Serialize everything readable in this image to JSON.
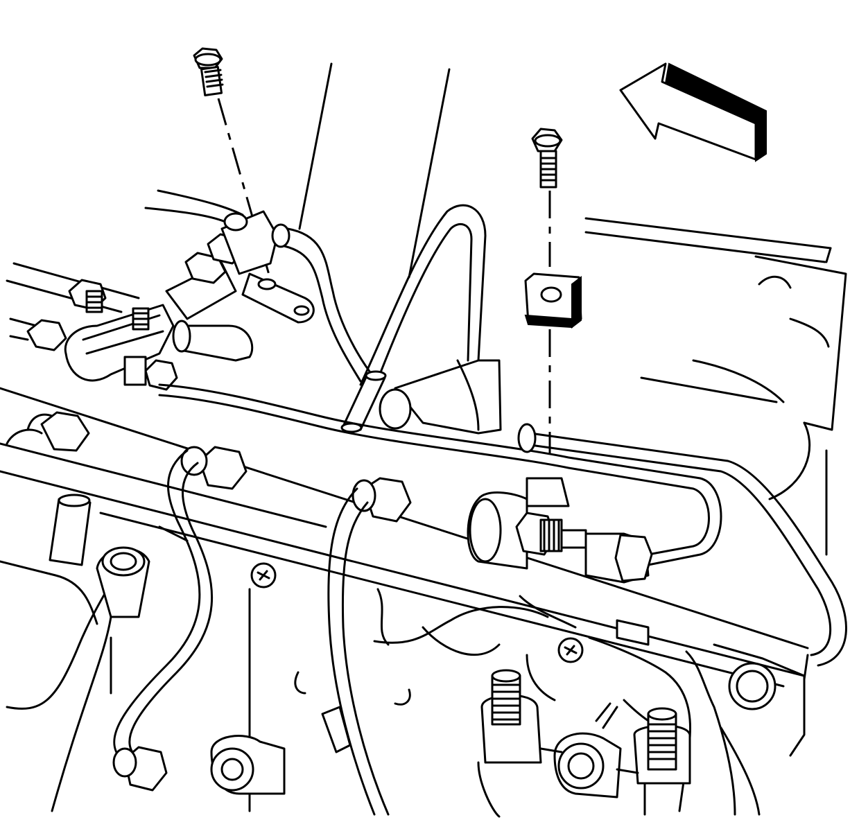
{
  "diagram": {
    "style": "black line-art technical illustration",
    "colors": {
      "ink": "#000000",
      "paper": "#ffffff"
    },
    "components": [
      "direction-arrow",
      "upper-left-bolt",
      "upper-right-bolt",
      "clip-nut",
      "fuel-rail",
      "fuel-lines",
      "pressure-sensor",
      "fittings",
      "manifold-studs",
      "engine-block"
    ]
  }
}
